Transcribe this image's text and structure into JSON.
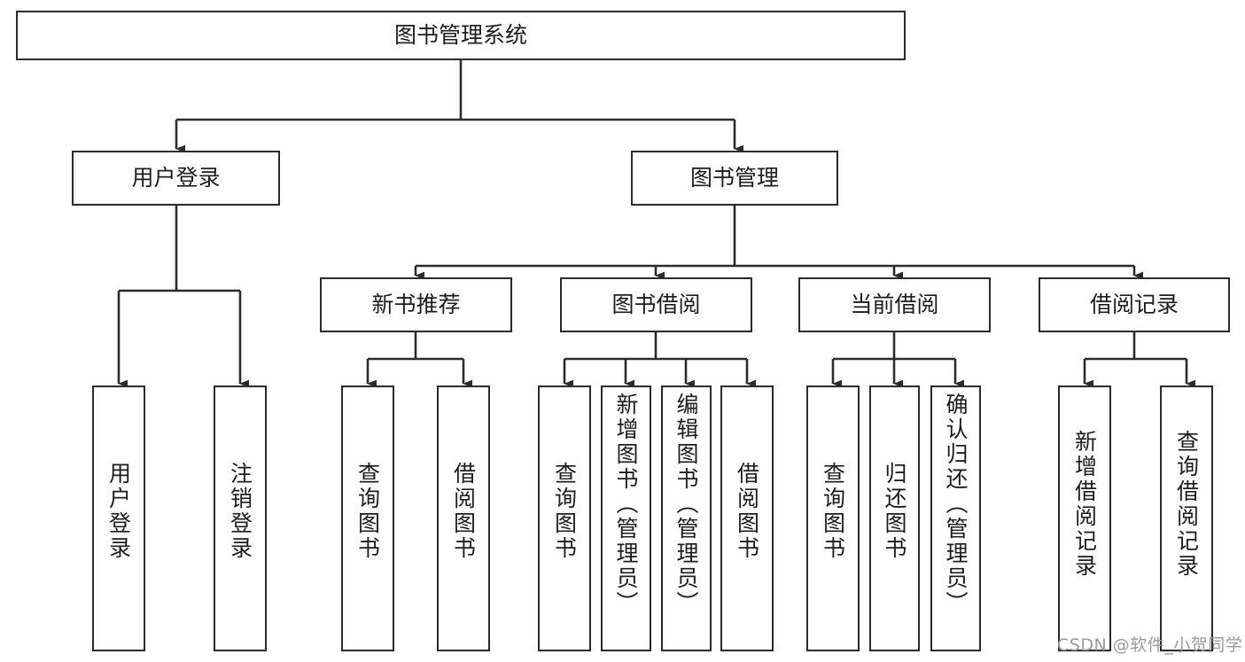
{
  "diagram": {
    "title": "图书管理系统",
    "type": "tree-hierarchy-diagram",
    "colors": {
      "stroke": "#2b2b2b",
      "fill": "#ffffff",
      "text": "#1d1d1d",
      "watermark": "#9a9a9a"
    },
    "root": {
      "label": "图书管理系统"
    },
    "level2": [
      {
        "label": "用户登录"
      },
      {
        "label": "图书管理"
      }
    ],
    "level3": [
      {
        "label": "新书推荐"
      },
      {
        "label": "图书借阅"
      },
      {
        "label": "当前借阅"
      },
      {
        "label": "借阅记录"
      }
    ],
    "leaves": {
      "user_login": [
        {
          "label": "用户登录"
        },
        {
          "label": "注销登录"
        }
      ],
      "new_book_recommend": [
        {
          "label": "查询图书"
        },
        {
          "label": "借阅图书"
        }
      ],
      "book_borrow": [
        {
          "label": "查询图书"
        },
        {
          "label": "新增图书（管理员）"
        },
        {
          "label": "编辑图书（管理员）"
        },
        {
          "label": "借阅图书"
        }
      ],
      "current_borrow": [
        {
          "label": "查询图书"
        },
        {
          "label": "归还图书"
        },
        {
          "label": "确认归还（管理员）"
        }
      ],
      "borrow_record": [
        {
          "label": "新增借阅记录"
        },
        {
          "label": "查询借阅记录"
        }
      ]
    }
  },
  "watermark": {
    "text": "CSDN @软件_小贺同学"
  }
}
